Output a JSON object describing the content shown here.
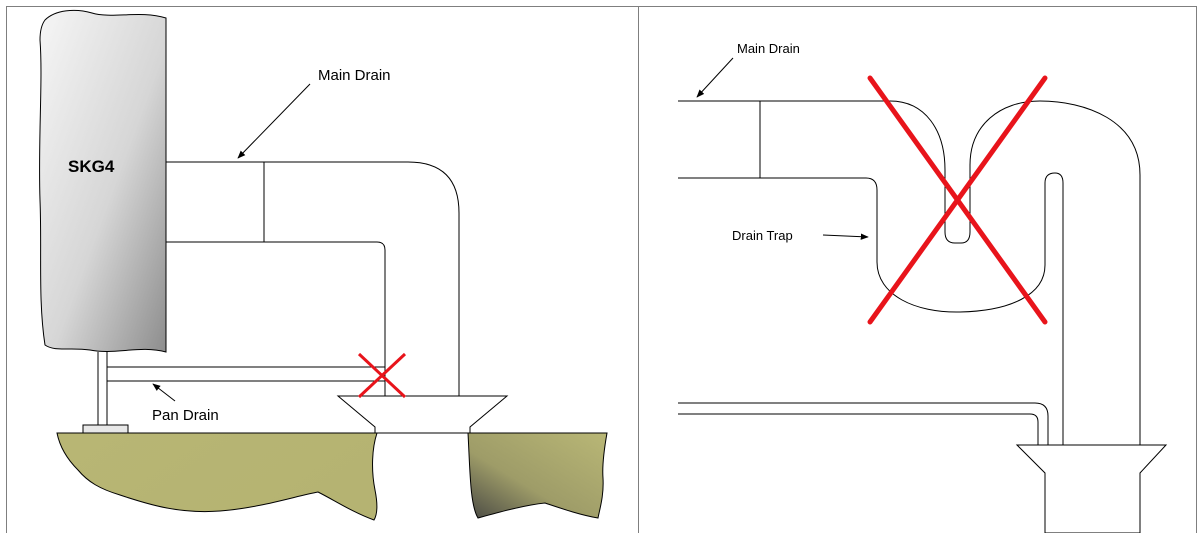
{
  "left_panel": {
    "unit_label": "SKG4",
    "main_drain_label": "Main Drain",
    "pan_drain_label": "Pan Drain"
  },
  "right_panel": {
    "main_drain_label": "Main Drain",
    "drain_trap_label": "Drain Trap"
  },
  "colors": {
    "cross_mark": "#e8141b",
    "unit_fill_light": "#f4f4f4",
    "unit_fill_dark": "#8e8e8e",
    "ground_fill": "#b9b776",
    "ground_shadow": "#4d4c45",
    "border": "#7f7f7f"
  },
  "icons": [
    "x-mark-icon",
    "arrow-icon"
  ]
}
